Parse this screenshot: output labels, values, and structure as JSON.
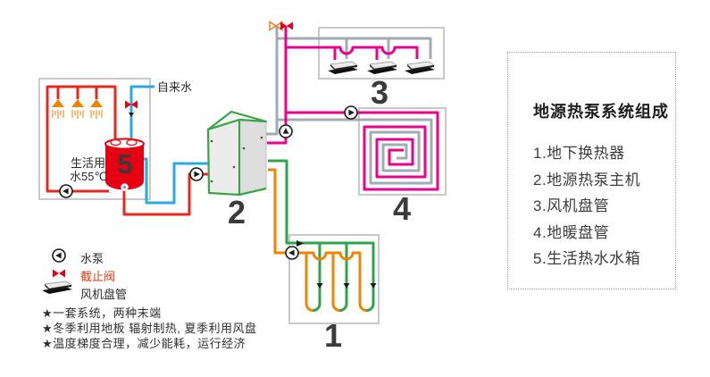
{
  "labels": {
    "tap_water": "自来水",
    "tank_caption_line1": "生活用",
    "tank_caption_line2": "水55℃"
  },
  "markers": {
    "ground_loop": "1",
    "heat_pump": "2",
    "fan_coils": "3",
    "floor_coil": "4",
    "tank_number": "5"
  },
  "legend": {
    "pump_label": "水泵",
    "valve_label": "截止阀",
    "fan_coil_label": "风机盘管",
    "notes": [
      "★一套系统，两种末端",
      "★冬季利用地板 辐射制热, 夏季利用风盘",
      "★温度梯度合理，减少能耗，运行经济"
    ]
  },
  "panel": {
    "title": "地源热泵系统组成",
    "items": [
      "1.地下换热器",
      "2.地源热泵主机",
      "3.风机盘管",
      "4.地暖盘管",
      "5.生活热水水箱"
    ]
  },
  "colors": {
    "red": "#e7281d",
    "tank_red": "#e60012",
    "blue": "#29a9e1",
    "magenta": "#ec008c",
    "gray_pipe": "#a0abb4",
    "green": "#2ea44a",
    "orange": "#f08300",
    "box_border": "#c9c9c9",
    "unit_edge_green": "#3aa547",
    "number_color": "#3a3a3a",
    "valve_red": "#e60012",
    "legend_valve_text": "#e8380d"
  }
}
